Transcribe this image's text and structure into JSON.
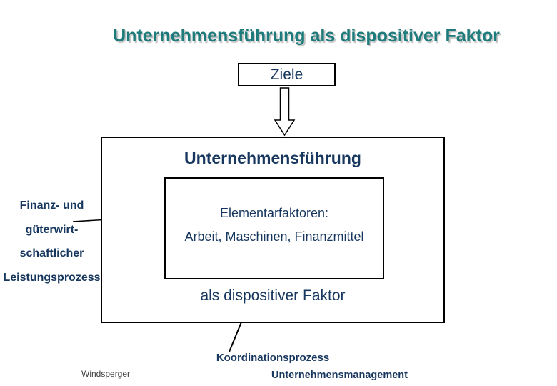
{
  "slide": {
    "title": "Unternehmensführung als dispositiver Faktor",
    "ziele": "Ziele",
    "main_box": {
      "heading": "Unternehmensführung",
      "elementarfaktoren_title": "Elementarfaktoren:",
      "elementarfaktoren_items": "Arbeit, Maschinen, Finanzmittel",
      "caption": "als dispositiver Faktor"
    },
    "left_label": {
      "line1": "Finanz- und",
      "line2": "güterwirt-",
      "line3": "schaftlicher",
      "line4": "Leistungsprozess"
    },
    "koordination": "Koordinationsprozess",
    "footer": {
      "author": "Windsperger",
      "course": "Unternehmensmanagement"
    }
  },
  "colors": {
    "title_teal": "#1e7b7b",
    "text_navy": "#17375e",
    "line_black": "#000000",
    "shape_fill_white": "#ffffff",
    "footer_author_gray": "#3f3f3f"
  }
}
